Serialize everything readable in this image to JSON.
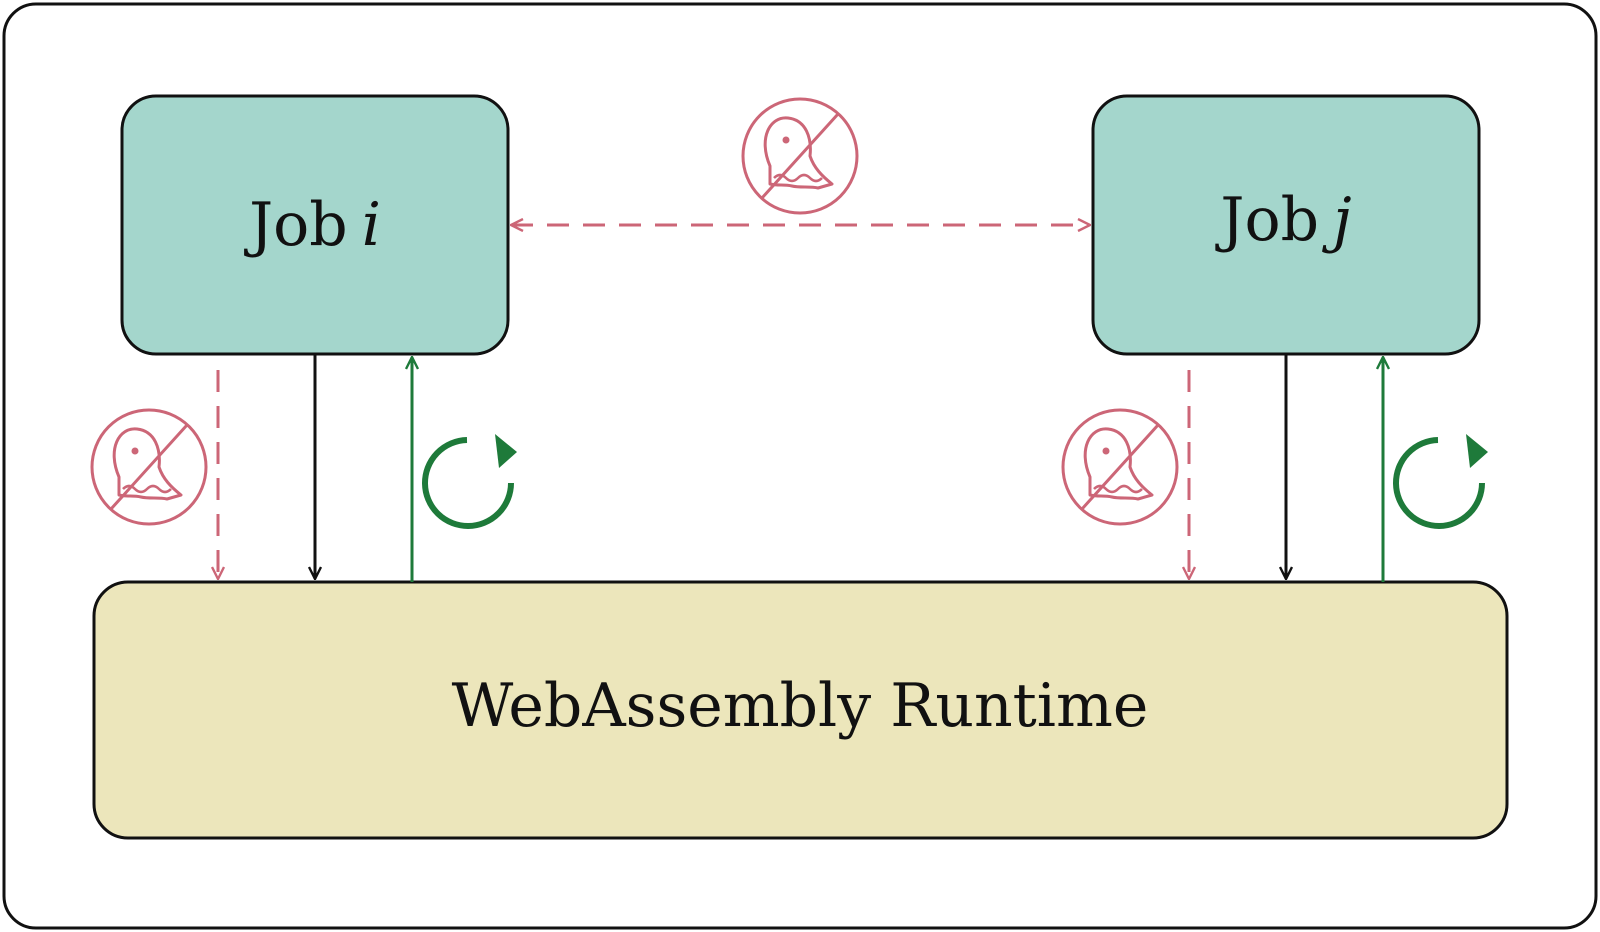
{
  "nodes": {
    "job_i": {
      "name": "Job",
      "var": "i"
    },
    "job_j": {
      "name": "Job",
      "var": "j"
    },
    "runtime": {
      "label": "WebAssembly Runtime"
    }
  },
  "colors": {
    "job_fill": "#a4d6cc",
    "runtime_fill": "#ece6bb",
    "stroke": "#111111",
    "forbidden": "#cc6677",
    "allowed": "#1e7a3a"
  },
  "icons": {
    "forbidden": "ghost-prohibited-icon",
    "allowed": "refresh-cycle-icon"
  }
}
